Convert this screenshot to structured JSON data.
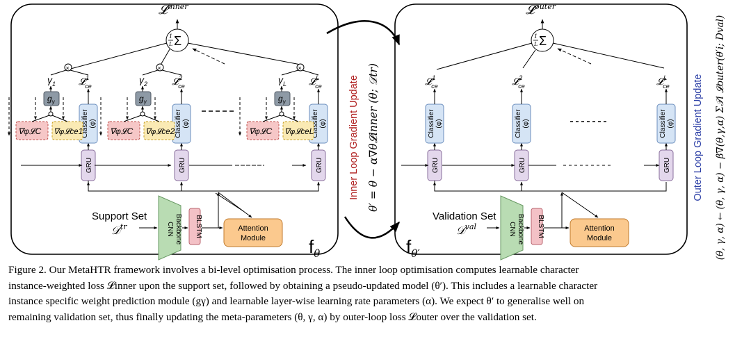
{
  "left_panel": {
    "loss_inner": "𝓛",
    "loss_inner_sup": "inner",
    "sum": "Σ",
    "sum_frac": "1/L",
    "gammas": [
      "γ",
      "γ",
      "γ"
    ],
    "gamma_subs": [
      "1",
      "2",
      "L"
    ],
    "ce_losses": [
      "𝓛",
      "𝓛",
      "𝓛"
    ],
    "ce_sups": [
      "1",
      "2",
      "L"
    ],
    "ce_sub": "ce",
    "g_label": "g",
    "g_sub": "γ",
    "grad_c_label": "∇φ𝓛C",
    "grad_ce_labels": [
      "∇φ𝓛ce1",
      "∇φ𝓛ce2",
      "∇φ𝓛ceL"
    ],
    "classifier_label": "Classifier",
    "classifier_param": "(φ)",
    "gru_label": "GRU",
    "support_set_label": "Support Set",
    "support_set_symbol": "𝒟",
    "support_set_sup": "tr",
    "backbone_label": "Backbone CNN",
    "blstm_label": "BLSTM",
    "attention_label_1": "Attention",
    "attention_label_2": "Module",
    "model_label": "f",
    "model_sub": "θ"
  },
  "middle": {
    "inner_update_title": "Inner Loop Gradient Update",
    "inner_update_formula": "θ′ = θ − α∇θ𝓛inner (θ; 𝒟tr)"
  },
  "right_panel": {
    "loss_outer": "𝓛",
    "loss_outer_sup": "outer",
    "validation_set_label": "Validation Set",
    "validation_set_symbol": "𝒟",
    "validation_set_sup": "val",
    "model_label": "f",
    "model_sub": "θ′",
    "outer_update_title": "Outer Loop Gradient Update",
    "outer_update_formula": "(θ, γ, α) ← (θ, γ, α) − β∇(θ,γ,α) Σ𝒯i 𝓛outer(θ′i; Dval)"
  },
  "caption": {
    "lines": [
      "Figure 2. Our MetaHTR framework involves a bi-level optimisation process. The inner loop optimisation computes learnable character",
      "instance-weighted loss 𝓛inner upon the support set, followed by obtaining a pseudo-updated model (θ′). This includes a learnable character",
      "instance specific weight prediction module (gγ) and learnable layer-wise learning rate parameters (α). We expect θ′ to generalise well on",
      "remaining validation set, thus finally updating the meta-parameters (θ, γ, α) by outer-loop loss 𝓛outer over the validation set."
    ]
  },
  "colors": {
    "inner_title": "#b02020",
    "outer_title": "#2c3fa6",
    "gru_fill": "#e3d7ec",
    "classifier_fill": "#d5e4f5",
    "g_fill": "#8e9aa6",
    "grad_c_fill": "#f6c7c7",
    "grad_ce_fill": "#faeab4",
    "backbone_fill": "#b9dcb3",
    "blstm_fill": "#f3c1c6",
    "attention_fill": "#fbc98e"
  }
}
